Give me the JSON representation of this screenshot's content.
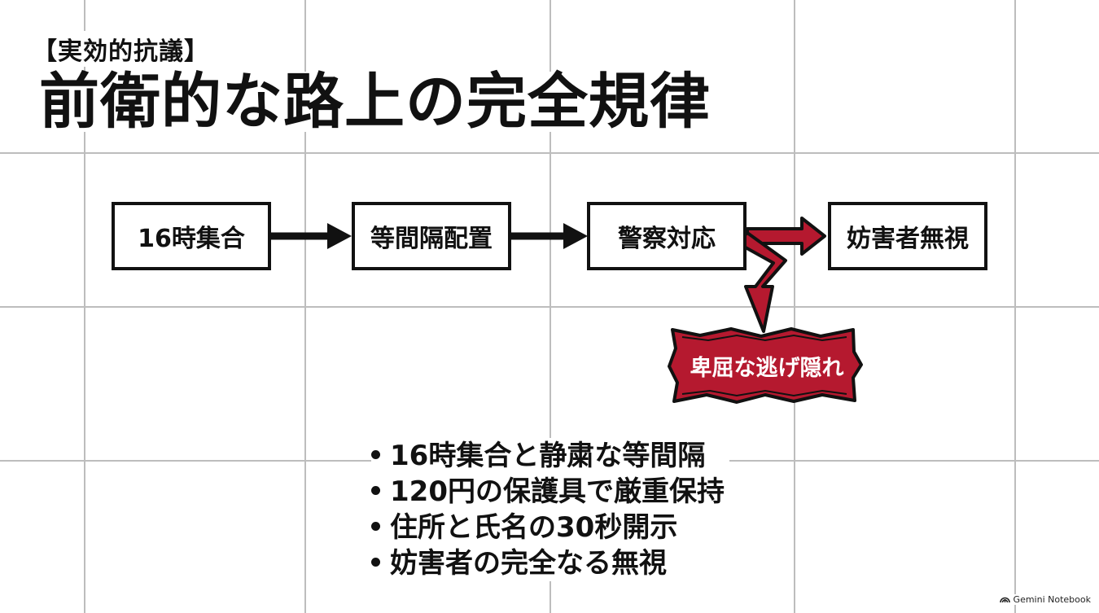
{
  "header": {
    "kicker": "【実効的抗議】",
    "title": "前衛的な路上の完全規律"
  },
  "flow": {
    "steps": [
      {
        "label": "16時集合"
      },
      {
        "label": "等間隔配置"
      },
      {
        "label": "警察対応"
      },
      {
        "label": "妨害者無視"
      }
    ],
    "branch": {
      "label": "卑屈な逃げ隠れ"
    }
  },
  "bullets": [
    "16時集合と静粛な等間隔",
    "120円の保護具で厳重保持",
    "住所と氏名の30秒開示",
    "妨害者の完全なる無視"
  ],
  "brand": {
    "label": "Gemini Notebook"
  },
  "colors": {
    "ink": "#111111",
    "accent": "#b5192f",
    "grid": "#bdbdbd",
    "background": "#ffffff"
  }
}
